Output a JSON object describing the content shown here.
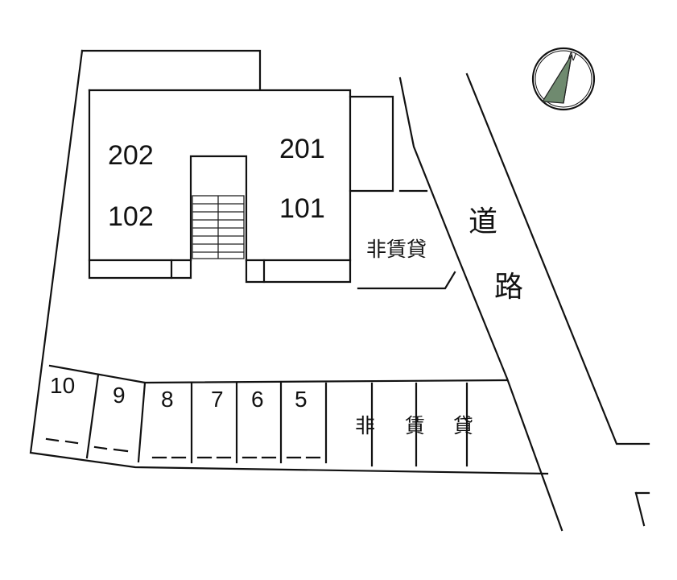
{
  "rooms": {
    "r202": "202",
    "r201": "201",
    "r102": "102",
    "r101": "101"
  },
  "labels": {
    "not_for_rent": "非賃貸",
    "parking_not_for_rent": [
      "非",
      "賃",
      "貸"
    ],
    "road": [
      "道",
      "路"
    ],
    "north": "N"
  },
  "parking_spaces": [
    "10",
    "9",
    "8",
    "7",
    "6",
    "5"
  ],
  "colors": {
    "line": "#111111",
    "background": "#ffffff",
    "compass_fill": "#6f8a6f"
  },
  "icons": {
    "compass": "north-arrow-icon",
    "stairs": "stairs-icon"
  }
}
